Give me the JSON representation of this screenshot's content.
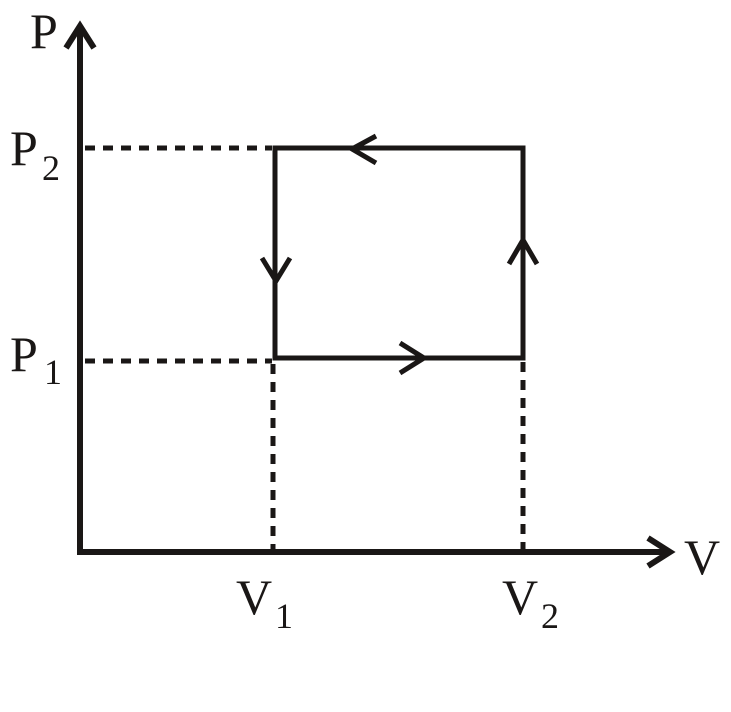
{
  "diagram": {
    "type": "pv-cycle",
    "axes": {
      "y_label": "P",
      "x_label": "V"
    },
    "ticks": {
      "p_high": {
        "base": "P",
        "sub": "2"
      },
      "p_low": {
        "base": "P",
        "sub": "1"
      },
      "v_low": {
        "base": "V",
        "sub": "1"
      },
      "v_high": {
        "base": "V",
        "sub": "2"
      }
    },
    "cycle": {
      "direction": "clockwise",
      "paths": [
        {
          "from": "(V1,P1)",
          "to": "(V2,P1)",
          "arrow": "right"
        },
        {
          "from": "(V2,P1)",
          "to": "(V2,P2)",
          "arrow": "up"
        },
        {
          "from": "(V2,P2)",
          "to": "(V1,P2)",
          "arrow": "left"
        },
        {
          "from": "(V1,P2)",
          "to": "(V1,P1)",
          "arrow": "down"
        }
      ]
    },
    "colors": {
      "ink": "#1a1716",
      "background": "#ffffff"
    }
  }
}
